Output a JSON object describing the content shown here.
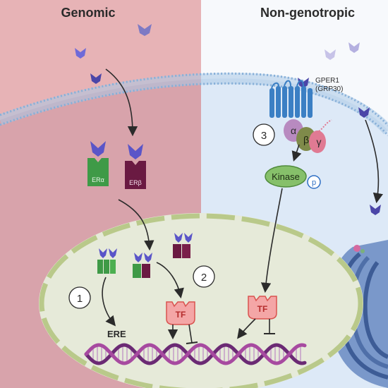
{
  "panels": {
    "left_title": "Genomic",
    "right_title": "Non-genotropic"
  },
  "receptors": {
    "er_alpha": "ERα",
    "er_beta": "ERβ",
    "gper_line1": "GPER1",
    "gper_line2": "(GRP30)"
  },
  "g_protein": {
    "alpha": "α",
    "beta": "β",
    "gamma": "γ"
  },
  "kinase": {
    "label": "Kinase",
    "phospho": "p"
  },
  "tf": {
    "left": "TF",
    "right": "TF"
  },
  "dna": {
    "ere_label": "ERE"
  },
  "pathways": {
    "one": "1",
    "two": "2",
    "three": "3"
  },
  "colors": {
    "genomic_bg": "#e7b3b6",
    "nongenomic_bg": "#dde9f7",
    "nucleus_fill": "#e6ead9",
    "nucleus_border": "#b9c98a",
    "membrane": "#9bbfe0",
    "er_alpha": "#4caf50",
    "er_beta": "#7a1f4a",
    "estrogen": "#6f6ad8",
    "tf_fill": "#f4a6a6",
    "tf_border": "#d9534f",
    "kinase_fill": "#86c06a",
    "dna_strand_1": "#6b2a74",
    "dna_strand_2": "#a74aa0"
  }
}
